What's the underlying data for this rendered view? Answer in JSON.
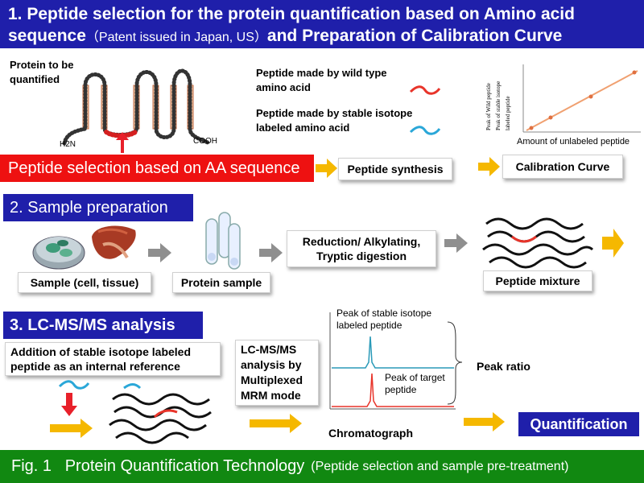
{
  "header": {
    "line1": "1. Peptide selection for the protein quantification based on Amino acid",
    "line2_bold_a": "sequence",
    "line2_small": "（Patent issued in Japan, US）",
    "line2_bold_b": "and Preparation of Calibration Curve"
  },
  "section1": {
    "protein_label": "Protein to be quantified",
    "n_terminus": "H2N",
    "c_terminus": "COOH",
    "wild_label": "Peptide made by wild type amino acid",
    "stable_label": "Peptide made by stable isotope labeled amino acid",
    "plot_ylabel_1": "Peak of Wild peptide",
    "plot_ylabel_2": "Peak of stable isotope",
    "plot_ylabel_3": "labeled peptide",
    "plot_xlabel": "Amount of unlabeled peptide",
    "selection_bar": "Peptide selection based on AA sequence",
    "synthesis_box": "Peptide synthesis",
    "calibration_box": "Calibration Curve"
  },
  "section2": {
    "title": "2. Sample preparation",
    "sample_box": "Sample (cell, tissue)",
    "protein_box": "Protein sample",
    "digestion_box": "Reduction/ Alkylating, Tryptic digestion",
    "mixture_box": "Peptide mixture"
  },
  "section3": {
    "title": "3. LC-MS/MS analysis",
    "addition_box": "Addition of stable isotope labeled peptide as an internal reference",
    "lcms_box": "LC-MS/MS analysis by Multiplexed MRM mode",
    "peak_stable": "Peak of stable isotope labeled peptide",
    "peak_target": "Peak of target peptide",
    "peak_ratio": "Peak ratio",
    "chromatograph": "Chromatograph",
    "quantification": "Quantification"
  },
  "footer": {
    "main": "Fig. 1   Protein Quantification Technology",
    "small": "(Peptide selection and sample pre-treatment)"
  },
  "colors": {
    "navy": "#1f1faa",
    "red": "#ee1111",
    "green": "#118811",
    "arrow_orange": "#f5b800",
    "wild_peptide": "#e8342a",
    "stable_peptide": "#2aa7d8"
  }
}
